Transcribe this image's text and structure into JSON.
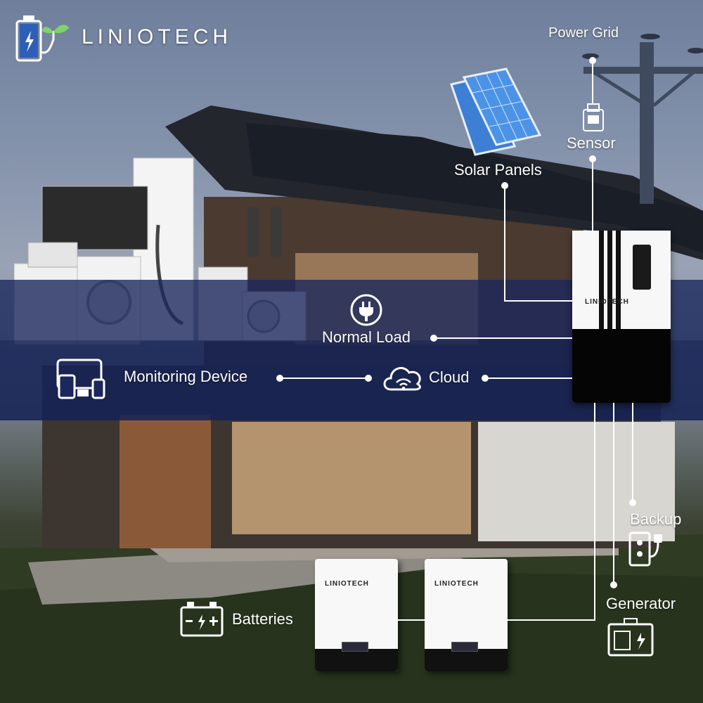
{
  "brand": {
    "name": "LINIOTECH"
  },
  "labels": {
    "power_grid": "Power Grid",
    "sensor": "Sensor",
    "solar_panels": "Solar Panels",
    "normal_load": "Normal Load",
    "monitoring_device": "Monitoring Device",
    "cloud": "Cloud",
    "backup": "Backup",
    "generator": "Generator",
    "batteries": "Batteries"
  },
  "inverter": {
    "brand": "LINIOTECH"
  },
  "battery_units": [
    {
      "brand": "LINIOTECH"
    },
    {
      "brand": "LINIOTECH"
    }
  ],
  "icons": {
    "brand_logo": "battery-plant-logo-icon",
    "power_grid": "utility-pole-icon",
    "sensor": "ct-sensor-icon",
    "solar_panels": "solar-panel-icon",
    "normal_load": "plug-icon",
    "monitoring_device": "devices-icon",
    "cloud": "cloud-wifi-icon",
    "backup": "backup-outlet-icon",
    "generator": "generator-icon",
    "batteries": "car-battery-icon"
  },
  "colors": {
    "band": "#1c285c",
    "line": "#ffffff",
    "text": "#ffffff"
  }
}
